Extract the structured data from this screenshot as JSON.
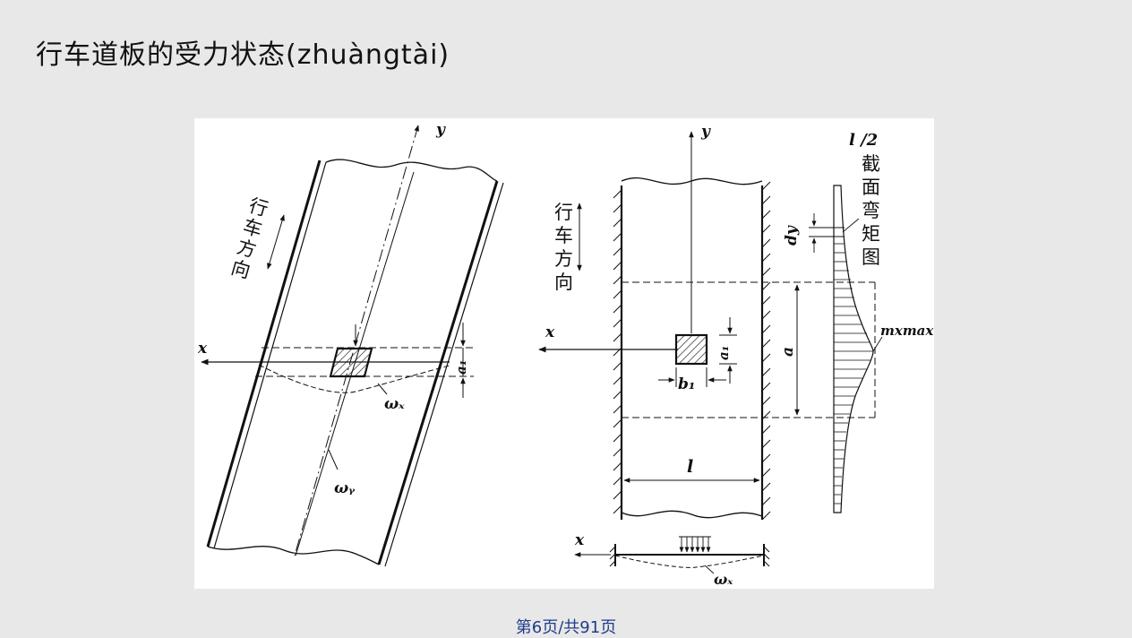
{
  "title": "行车道板的受力状态(zhuàngtài)",
  "figure": {
    "left": {
      "axis_y": "y",
      "axis_x": "x",
      "direction_chars": [
        "行",
        "车",
        "方",
        "向"
      ],
      "label_a1": "a₁",
      "label_wx": "ωₓ",
      "label_wy": "ωᵧ"
    },
    "right": {
      "axis_y": "y",
      "axis_x": "x",
      "direction_chars": [
        "行",
        "车",
        "方",
        "向"
      ],
      "label_a1": "a₁",
      "label_b1": "b₁",
      "label_a": "a",
      "label_l": "l",
      "label_dy": "dy",
      "label_half_l": "l /2",
      "moment_chars": [
        "截",
        "面",
        "弯",
        "矩",
        "图"
      ],
      "label_mxmax": "mxmax",
      "bottom_axis_x": "x",
      "bottom_label_wx": "ωₓ"
    }
  },
  "footer": "第6页/共91页"
}
